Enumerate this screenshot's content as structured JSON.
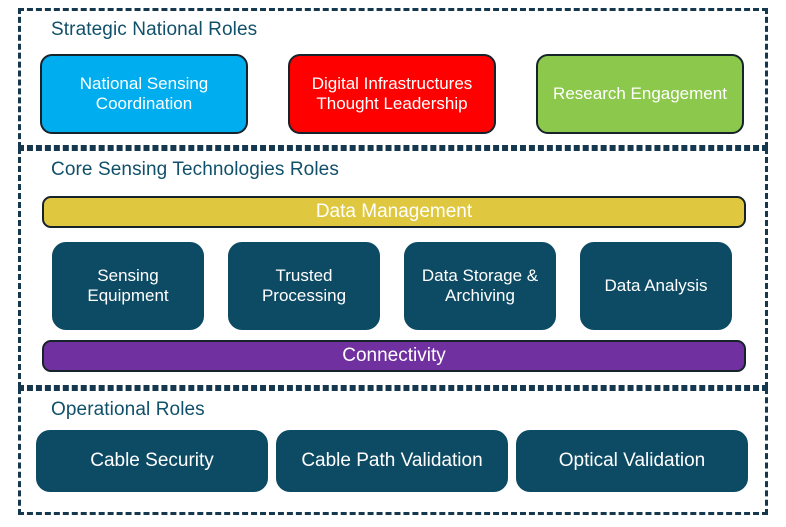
{
  "colors": {
    "border_dash": "#16384f",
    "heading_text": "#11506b",
    "teal": "#0d4a63",
    "blue": "#00aeef",
    "red": "#ff0000",
    "green": "#8cc84b",
    "yellow": "#dfc840",
    "purple": "#7030a0",
    "node_outline": "#17232b",
    "background": "#ffffff"
  },
  "sections": {
    "strategic": {
      "title": "Strategic National Roles",
      "nodes": [
        {
          "label": "National Sensing Coordination",
          "color": "blue"
        },
        {
          "label": "Digital Infrastructures Thought Leadership",
          "color": "red"
        },
        {
          "label": "Research Engagement",
          "color": "green"
        }
      ]
    },
    "core": {
      "title": "Core Sensing Technologies Roles",
      "top_bar": {
        "label": "Data Management",
        "color": "yellow"
      },
      "bottom_bar": {
        "label": "Connectivity",
        "color": "purple"
      },
      "nodes": [
        {
          "label": "Sensing Equipment",
          "color": "teal"
        },
        {
          "label": "Trusted Processing",
          "color": "teal"
        },
        {
          "label": "Data Storage & Archiving",
          "color": "teal"
        },
        {
          "label": "Data Analysis",
          "color": "teal"
        }
      ]
    },
    "operational": {
      "title": "Operational Roles",
      "nodes": [
        {
          "label": "Cable Security",
          "color": "teal"
        },
        {
          "label": "Cable Path Validation",
          "color": "teal"
        },
        {
          "label": "Optical Validation",
          "color": "teal"
        }
      ]
    }
  }
}
